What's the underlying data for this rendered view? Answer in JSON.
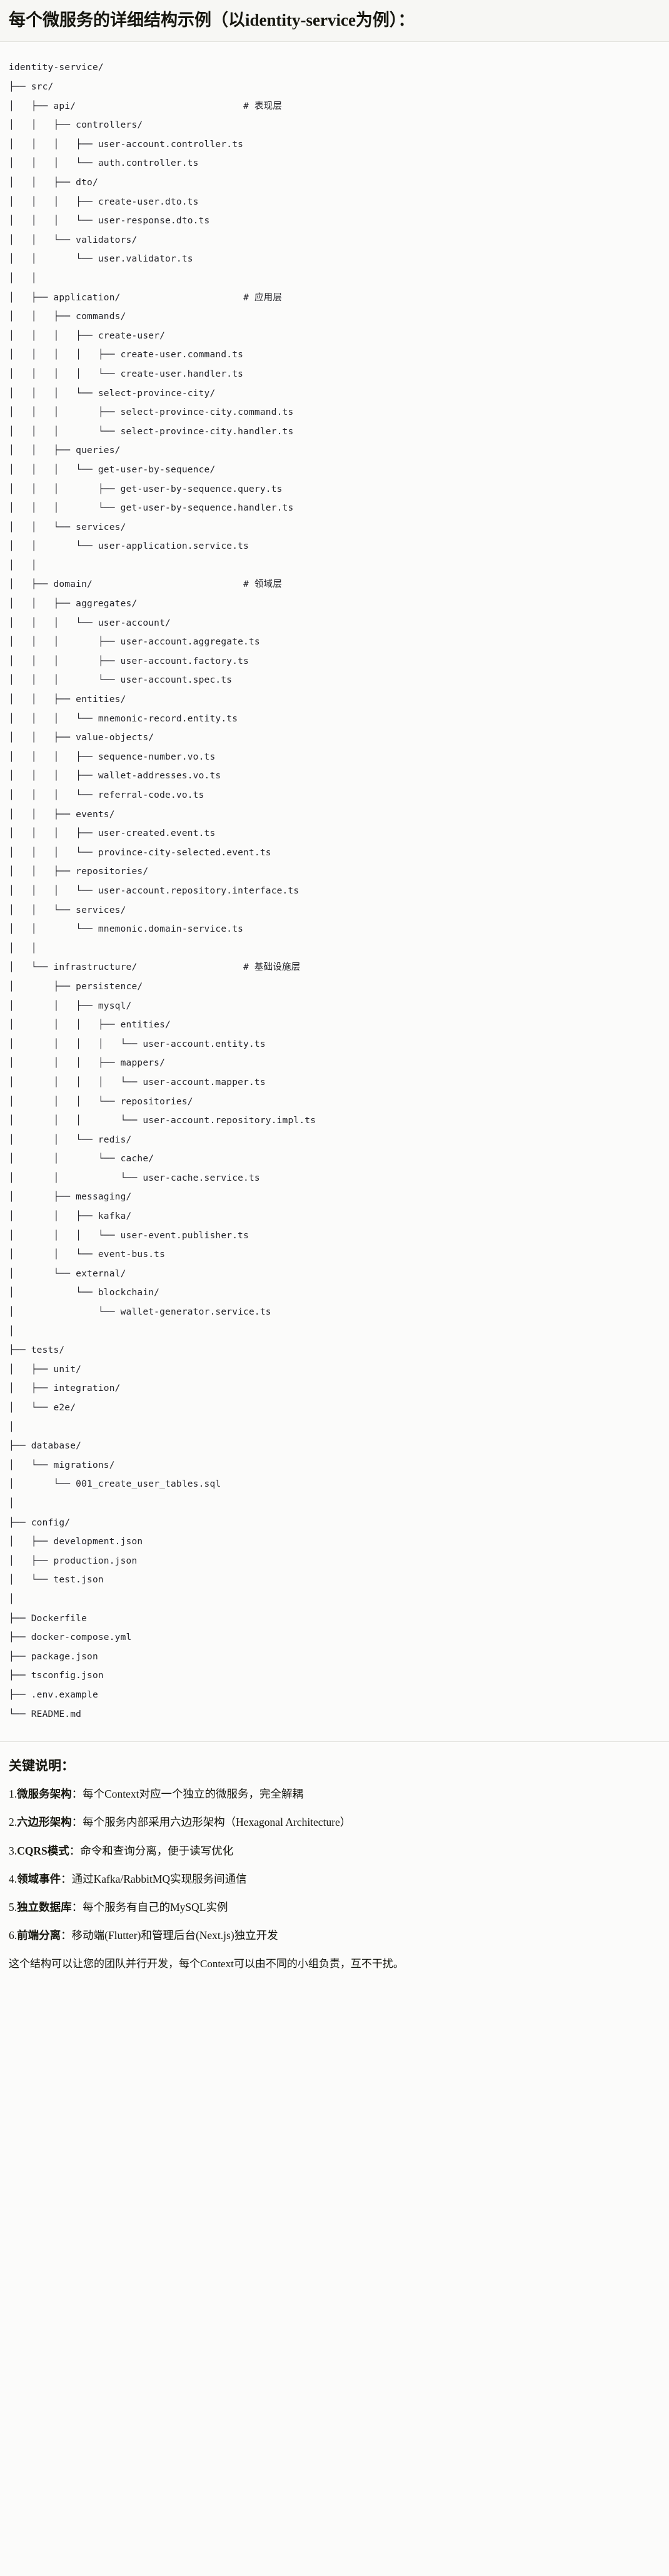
{
  "header": {
    "title": "每个微服务的详细结构示例（以identity-service为例）："
  },
  "tree": {
    "root": "identity-service/",
    "lines": [
      {
        "text": "identity-service/",
        "comment": ""
      },
      {
        "text": "├── src/",
        "comment": ""
      },
      {
        "text": "│   ├── api/",
        "comment": "# 表现层"
      },
      {
        "text": "│   │   ├── controllers/",
        "comment": ""
      },
      {
        "text": "│   │   │   ├── user-account.controller.ts",
        "comment": ""
      },
      {
        "text": "│   │   │   └── auth.controller.ts",
        "comment": ""
      },
      {
        "text": "│   │   ├── dto/",
        "comment": ""
      },
      {
        "text": "│   │   │   ├── create-user.dto.ts",
        "comment": ""
      },
      {
        "text": "│   │   │   └── user-response.dto.ts",
        "comment": ""
      },
      {
        "text": "│   │   └── validators/",
        "comment": ""
      },
      {
        "text": "│   │       └── user.validator.ts",
        "comment": ""
      },
      {
        "text": "│   │",
        "comment": ""
      },
      {
        "text": "│   ├── application/",
        "comment": "# 应用层"
      },
      {
        "text": "│   │   ├── commands/",
        "comment": ""
      },
      {
        "text": "│   │   │   ├── create-user/",
        "comment": ""
      },
      {
        "text": "│   │   │   │   ├── create-user.command.ts",
        "comment": ""
      },
      {
        "text": "│   │   │   │   └── create-user.handler.ts",
        "comment": ""
      },
      {
        "text": "│   │   │   └── select-province-city/",
        "comment": ""
      },
      {
        "text": "│   │   │       ├── select-province-city.command.ts",
        "comment": ""
      },
      {
        "text": "│   │   │       └── select-province-city.handler.ts",
        "comment": ""
      },
      {
        "text": "│   │   ├── queries/",
        "comment": ""
      },
      {
        "text": "│   │   │   └── get-user-by-sequence/",
        "comment": ""
      },
      {
        "text": "│   │   │       ├── get-user-by-sequence.query.ts",
        "comment": ""
      },
      {
        "text": "│   │   │       └── get-user-by-sequence.handler.ts",
        "comment": ""
      },
      {
        "text": "│   │   └── services/",
        "comment": ""
      },
      {
        "text": "│   │       └── user-application.service.ts",
        "comment": ""
      },
      {
        "text": "│   │",
        "comment": ""
      },
      {
        "text": "│   ├── domain/",
        "comment": "# 领域层"
      },
      {
        "text": "│   │   ├── aggregates/",
        "comment": ""
      },
      {
        "text": "│   │   │   └── user-account/",
        "comment": ""
      },
      {
        "text": "│   │   │       ├── user-account.aggregate.ts",
        "comment": ""
      },
      {
        "text": "│   │   │       ├── user-account.factory.ts",
        "comment": ""
      },
      {
        "text": "│   │   │       └── user-account.spec.ts",
        "comment": ""
      },
      {
        "text": "│   │   ├── entities/",
        "comment": ""
      },
      {
        "text": "│   │   │   └── mnemonic-record.entity.ts",
        "comment": ""
      },
      {
        "text": "│   │   ├── value-objects/",
        "comment": ""
      },
      {
        "text": "│   │   │   ├── sequence-number.vo.ts",
        "comment": ""
      },
      {
        "text": "│   │   │   ├── wallet-addresses.vo.ts",
        "comment": ""
      },
      {
        "text": "│   │   │   └── referral-code.vo.ts",
        "comment": ""
      },
      {
        "text": "│   │   ├── events/",
        "comment": ""
      },
      {
        "text": "│   │   │   ├── user-created.event.ts",
        "comment": ""
      },
      {
        "text": "│   │   │   └── province-city-selected.event.ts",
        "comment": ""
      },
      {
        "text": "│   │   ├── repositories/",
        "comment": ""
      },
      {
        "text": "│   │   │   └── user-account.repository.interface.ts",
        "comment": ""
      },
      {
        "text": "│   │   └── services/",
        "comment": ""
      },
      {
        "text": "│   │       └── mnemonic.domain-service.ts",
        "comment": ""
      },
      {
        "text": "│   │",
        "comment": ""
      },
      {
        "text": "│   └── infrastructure/",
        "comment": "# 基础设施层"
      },
      {
        "text": "│       ├── persistence/",
        "comment": ""
      },
      {
        "text": "│       │   ├── mysql/",
        "comment": ""
      },
      {
        "text": "│       │   │   ├── entities/",
        "comment": ""
      },
      {
        "text": "│       │   │   │   └── user-account.entity.ts",
        "comment": ""
      },
      {
        "text": "│       │   │   ├── mappers/",
        "comment": ""
      },
      {
        "text": "│       │   │   │   └── user-account.mapper.ts",
        "comment": ""
      },
      {
        "text": "│       │   │   └── repositories/",
        "comment": ""
      },
      {
        "text": "│       │   │       └── user-account.repository.impl.ts",
        "comment": ""
      },
      {
        "text": "│       │   └── redis/",
        "comment": ""
      },
      {
        "text": "│       │       └── cache/",
        "comment": ""
      },
      {
        "text": "│       │           └── user-cache.service.ts",
        "comment": ""
      },
      {
        "text": "│       ├── messaging/",
        "comment": ""
      },
      {
        "text": "│       │   ├── kafka/",
        "comment": ""
      },
      {
        "text": "│       │   │   └── user-event.publisher.ts",
        "comment": ""
      },
      {
        "text": "│       │   └── event-bus.ts",
        "comment": ""
      },
      {
        "text": "│       └── external/",
        "comment": ""
      },
      {
        "text": "│           └── blockchain/",
        "comment": ""
      },
      {
        "text": "│               └── wallet-generator.service.ts",
        "comment": ""
      },
      {
        "text": "│",
        "comment": ""
      },
      {
        "text": "├── tests/",
        "comment": ""
      },
      {
        "text": "│   ├── unit/",
        "comment": ""
      },
      {
        "text": "│   ├── integration/",
        "comment": ""
      },
      {
        "text": "│   └── e2e/",
        "comment": ""
      },
      {
        "text": "│",
        "comment": ""
      },
      {
        "text": "├── database/",
        "comment": ""
      },
      {
        "text": "│   └── migrations/",
        "comment": ""
      },
      {
        "text": "│       └── 001_create_user_tables.sql",
        "comment": ""
      },
      {
        "text": "│",
        "comment": ""
      },
      {
        "text": "├── config/",
        "comment": ""
      },
      {
        "text": "│   ├── development.json",
        "comment": ""
      },
      {
        "text": "│   ├── production.json",
        "comment": ""
      },
      {
        "text": "│   └── test.json",
        "comment": ""
      },
      {
        "text": "│",
        "comment": ""
      },
      {
        "text": "├── Dockerfile",
        "comment": ""
      },
      {
        "text": "├── docker-compose.yml",
        "comment": ""
      },
      {
        "text": "├── package.json",
        "comment": ""
      },
      {
        "text": "├── tsconfig.json",
        "comment": ""
      },
      {
        "text": "├── .env.example",
        "comment": ""
      },
      {
        "text": "└── README.md",
        "comment": ""
      }
    ]
  },
  "notes": {
    "heading": "关键说明：",
    "items": [
      {
        "num": "1.",
        "label": "微服务架构",
        "text": "：每个Context对应一个独立的微服务，完全解耦"
      },
      {
        "num": "2.",
        "label": "六边形架构",
        "text": "：每个服务内部采用六边形架构（Hexagonal Architecture）"
      },
      {
        "num": "3.",
        "label": "CQRS模式",
        "text": "：命令和查询分离，便于读写优化"
      },
      {
        "num": "4.",
        "label": "领域事件",
        "text": "：通过Kafka/RabbitMQ实现服务间通信"
      },
      {
        "num": "5.",
        "label": "独立数据库",
        "text": "：每个服务有自己的MySQL实例"
      },
      {
        "num": "6.",
        "label": "前端分离",
        "text": "：移动端(Flutter)和管理后台(Next.js)独立开发"
      }
    ],
    "closing": "这个结构可以让您的团队并行开发，每个Context可以由不同的小组负责，互不干扰。"
  },
  "colors": {
    "page_bg": "#fbfbfa",
    "title_bg": "#f7f7f4",
    "text": "#16160f",
    "mono_text": "#24242a",
    "divider": "#e3e3de"
  }
}
